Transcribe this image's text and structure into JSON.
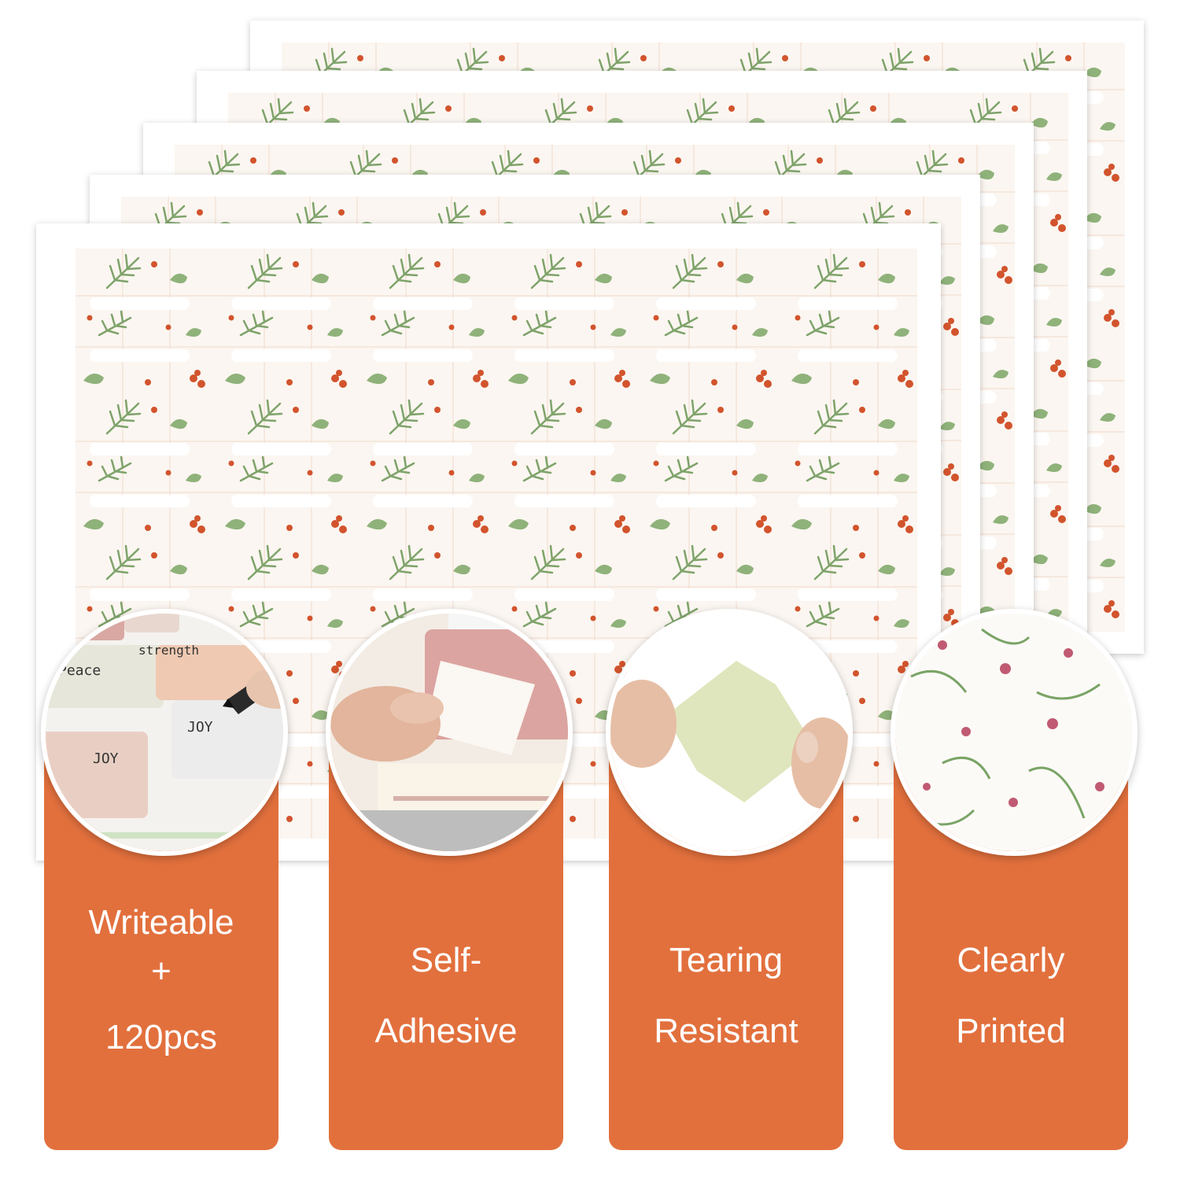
{
  "colors": {
    "card_orange": "#e2703d",
    "leaf_green": "#7ea36a",
    "berry_red": "#d2542d",
    "grid_pink": "#f2d9cc"
  },
  "features": [
    {
      "lines": [
        "Writeable",
        "+",
        "120pcs"
      ],
      "photo": "pen-writing-on-label"
    },
    {
      "lines": [
        "Self-",
        "Adhesive"
      ],
      "photo": "peeling-label-backing"
    },
    {
      "lines": [
        "Tearing",
        "Resistant"
      ],
      "photo": "stretching-label"
    },
    {
      "lines": [
        "Clearly",
        "Printed"
      ],
      "photo": "floral-print-closeup"
    }
  ],
  "photo_texts": {
    "peace": "Peace",
    "strength": "strength",
    "joy_upper": "JOY",
    "joy_lower": "JOY"
  }
}
